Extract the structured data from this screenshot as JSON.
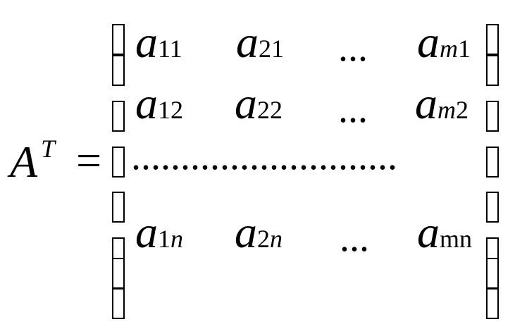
{
  "lhs": {
    "base": "A",
    "superscript": "T",
    "equals": "="
  },
  "matrix": {
    "rows": [
      [
        {
          "base": "a",
          "sub": "11"
        },
        {
          "base": "a",
          "sub": "21"
        },
        {
          "ellipsis": "..."
        },
        {
          "base": "a",
          "sub_italic": "m",
          "sub": "1"
        }
      ],
      [
        {
          "base": "a",
          "sub": "12"
        },
        {
          "base": "a",
          "sub": "22"
        },
        {
          "ellipsis": "..."
        },
        {
          "base": "a",
          "sub_italic": "m",
          "sub": "2"
        }
      ],
      [
        {
          "base": "a",
          "sub": "1",
          "sub_italic_tail": "n"
        },
        {
          "base": "a",
          "sub": "2",
          "sub_italic_tail": "n"
        },
        {
          "ellipsis": "..."
        },
        {
          "base": "a",
          "sub_italic": "mn"
        }
      ]
    ],
    "dotted_row": "..........................."
  }
}
